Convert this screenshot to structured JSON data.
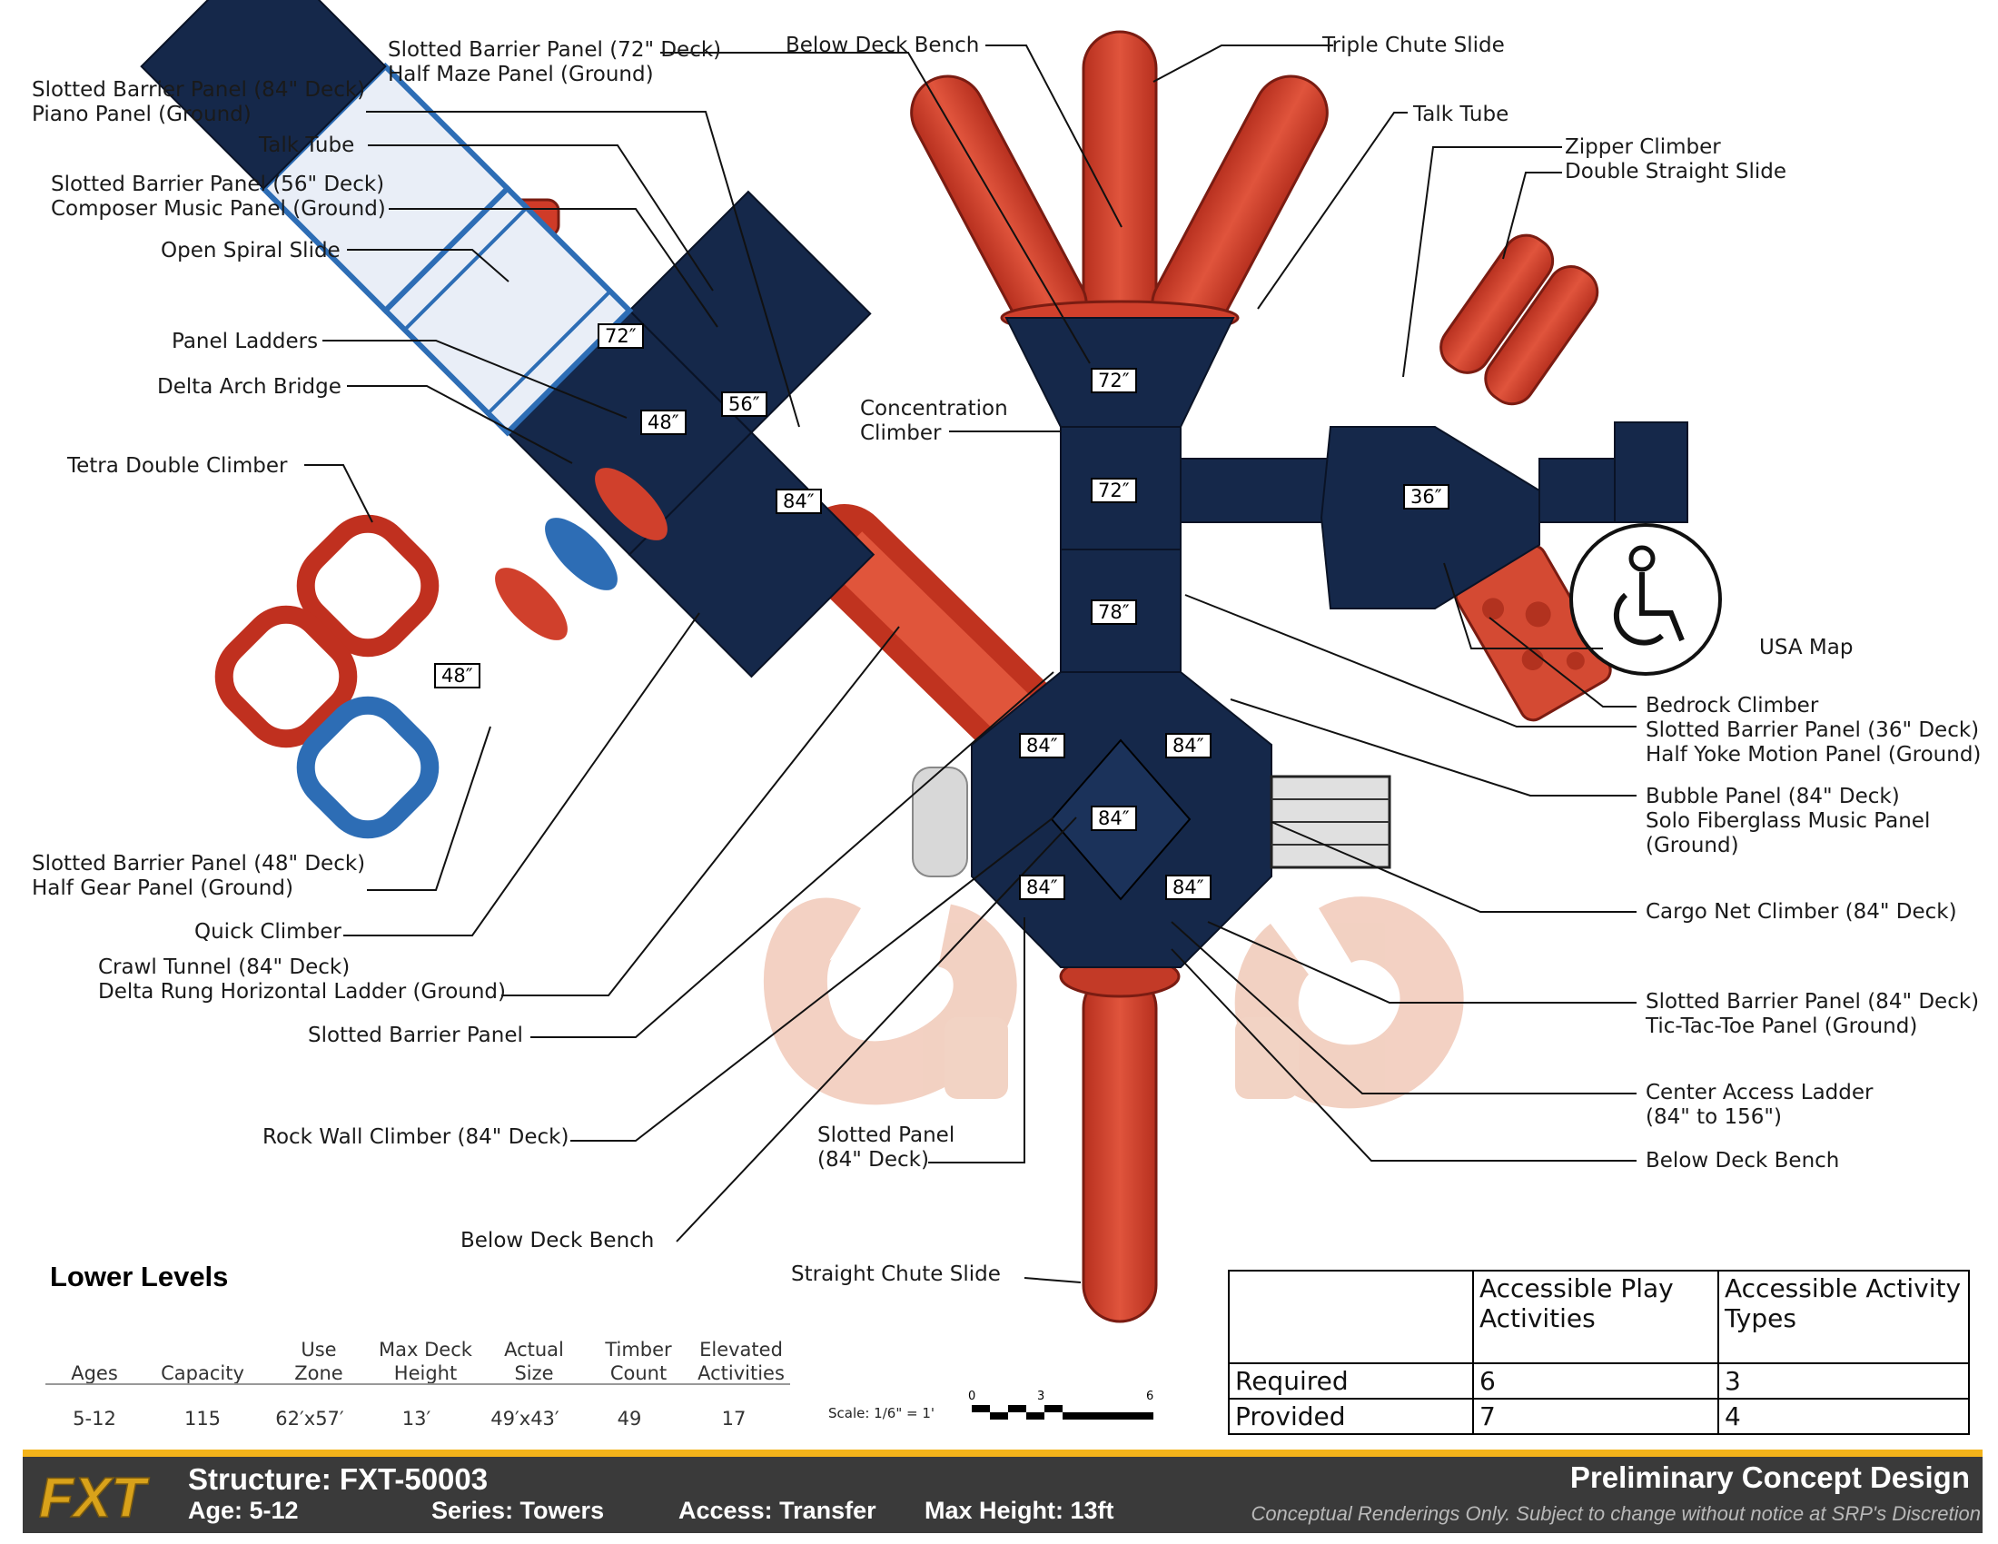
{
  "callouts": {
    "slotted_72": [
      "Slotted Barrier Panel (72\" Deck)",
      "Half Maze Panel (Ground)"
    ],
    "below_deck_bench_top": "Below Deck Bench",
    "triple_chute": "Triple Chute Slide",
    "slotted_84_piano": [
      "Slotted Barrier Panel (84\" Deck)",
      "Piano Panel (Ground)"
    ],
    "talk_tube_left": "Talk Tube",
    "talk_tube_right": "Talk Tube",
    "zipper": [
      "Zipper Climber",
      "Double Straight Slide"
    ],
    "slotted_56": [
      "Slotted Barrier Panel (56\" Deck)",
      "Composer Music Panel (Ground)"
    ],
    "open_spiral": "Open Spiral Slide",
    "panel_ladders": "Panel Ladders",
    "delta_arch": "Delta Arch Bridge",
    "concentration": [
      "Concentration",
      "Climber"
    ],
    "tetra": "Tetra Double Climber",
    "usa_map": "USA Map",
    "bedrock": [
      "Bedrock Climber",
      "Slotted Barrier Panel (36\" Deck)",
      "Half Yoke Motion Panel (Ground)"
    ],
    "bubble": [
      "Bubble Panel (84\" Deck)",
      "Solo Fiberglass Music Panel",
      "(Ground)"
    ],
    "slotted_48": [
      "Slotted Barrier Panel (48\" Deck)",
      "Half Gear Panel (Ground)"
    ],
    "cargo": "Cargo Net Climber (84\" Deck)",
    "quick": "Quick Climber",
    "crawl": [
      "Crawl Tunnel (84\" Deck)",
      "Delta Rung Horizontal Ladder (Ground)"
    ],
    "slotted_84_tic": [
      "Slotted Barrier Panel (84\" Deck)",
      "Tic-Tac-Toe Panel (Ground)"
    ],
    "slotted_barrier": "Slotted Barrier Panel",
    "center_access": [
      "Center Access Ladder",
      "(84\" to 156\")"
    ],
    "rock_wall": "Rock Wall Climber (84\" Deck)",
    "slotted_panel_84": [
      "Slotted Panel",
      "(84\" Deck)"
    ],
    "below_deck_bench_right": "Below Deck Bench",
    "below_deck_bench_bottom": "Below Deck Bench",
    "straight_chute": "Straight Chute Slide"
  },
  "decks": {
    "d72_left": "72″",
    "d56": "56″",
    "d48_top": "48″",
    "d84_left": "84″",
    "d48_left": "48″",
    "d72_top": "72″",
    "d72_mid": "72″",
    "d78": "78″",
    "d36": "36″",
    "d84_tl": "84″",
    "d84_tr": "84″",
    "d84_c": "84″",
    "d84_bl": "84″",
    "d84_br": "84″"
  },
  "lower_levels": {
    "title": "Lower Levels",
    "headers": [
      "Ages",
      "Capacity",
      "Use Zone",
      "Max Deck Height",
      "Actual Size",
      "Timber Count",
      "Elevated Activities"
    ],
    "values": [
      "5-12",
      "115",
      "62′x57′",
      "13′",
      "49′x43′",
      "49",
      "17"
    ]
  },
  "scale": {
    "label": "Scale: 1/6\" = 1'",
    "ticks": [
      "0",
      "3",
      "6"
    ]
  },
  "accessibility": {
    "col1": "Accessible Play Activities",
    "col2": "Accessible Activity Types",
    "rows": [
      {
        "label": "Required",
        "play": "6",
        "types": "3"
      },
      {
        "label": "Provided",
        "play": "7",
        "types": "4"
      }
    ]
  },
  "footer": {
    "logo": "FXT",
    "structure": "Structure: FXT-50003",
    "age": "Age: 5-12",
    "series": "Series: Towers",
    "access": "Access: Transfer",
    "max_height": "Max Height: 13ft",
    "design": "Preliminary Concept Design",
    "disclaimer": "Conceptual Renderings Only. Subject to change without notice at SRP's Discretion"
  },
  "colors": {
    "deck": "#15284a",
    "slide": "#d8402e",
    "climber_blue": "#2d6db5",
    "accent": "#f3b31a"
  }
}
